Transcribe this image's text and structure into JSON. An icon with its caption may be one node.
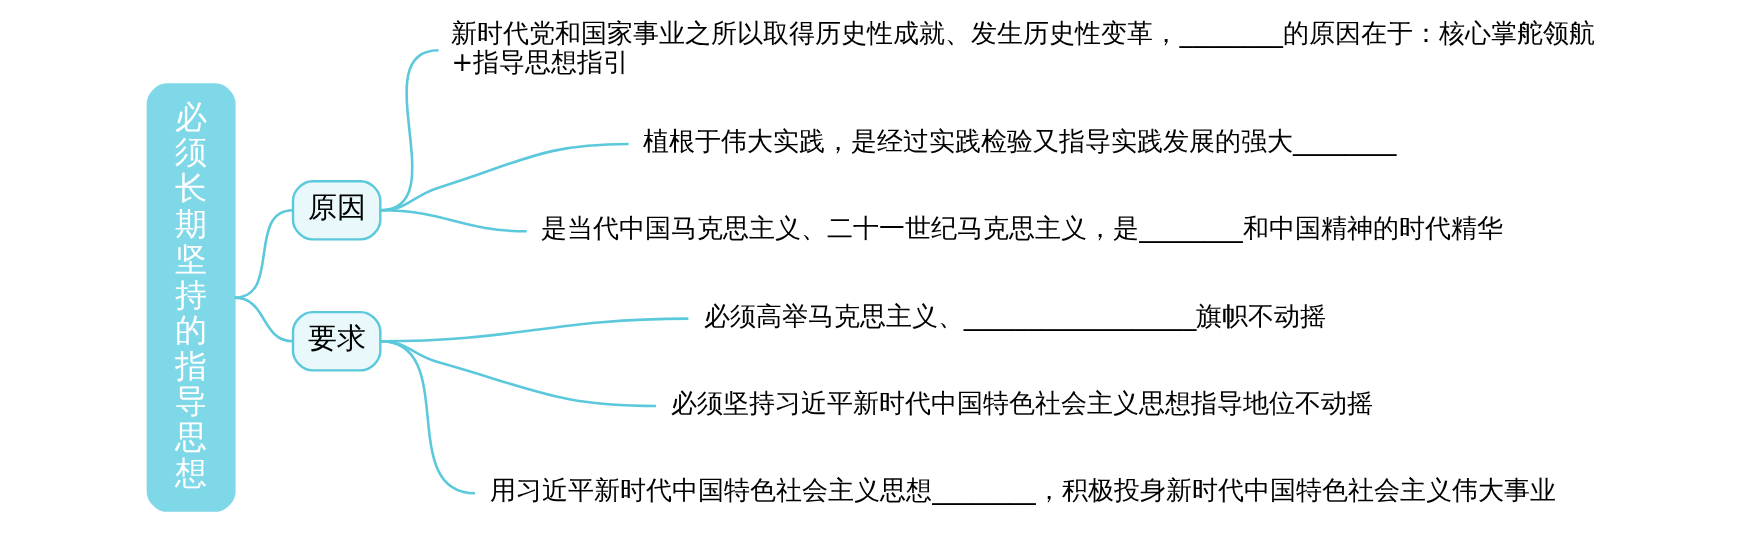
{
  "diagram": {
    "nodes": [
      {
        "text": [
          "必须长期坚持的指导思想"
        ]
      },
      {
        "text": [
          "原因"
        ]
      },
      {
        "text": [
          "要求"
        ]
      },
      {
        "text": [
          "新时代党和国家事业之所以取得历史性成就、发生历史性变革，________的原因在于：核心掌舵领航+指导思想指引"
        ]
      },
      {
        "text": [
          "植根于伟大实践，是经过实践检验又指导实践发展的强大________"
        ]
      },
      {
        "text": [
          "是当代中国马克思主义、二十一世纪马克思主义，是________和中国精神的时代精华"
        ]
      },
      {
        "text": [
          "必须高举马克思主义、__________________旗帜不动摇"
        ]
      },
      {
        "text": [
          "必须坚持习近平新时代中国特色社会主义思想指导地位不动摇"
        ]
      },
      {
        "text": [
          "用习近平新时代中国特色社会主义思想________，积极投身新时代中国特色社会主义伟大事业"
        ]
      }
    ],
    "edges": [
      {
        "from": 0,
        "to": 1,
        "arrow": "none"
      },
      {
        "from": 0,
        "to": 2,
        "arrow": "none"
      },
      {
        "from": 1,
        "to": 3,
        "arrow": "none"
      },
      {
        "from": 1,
        "to": 4,
        "arrow": "none"
      },
      {
        "from": 1,
        "to": 5,
        "arrow": "none"
      },
      {
        "from": 2,
        "to": 6,
        "arrow": "none"
      },
      {
        "from": 2,
        "to": 7,
        "arrow": "none"
      },
      {
        "from": 2,
        "to": 8,
        "arrow": "none"
      }
    ]
  }
}
